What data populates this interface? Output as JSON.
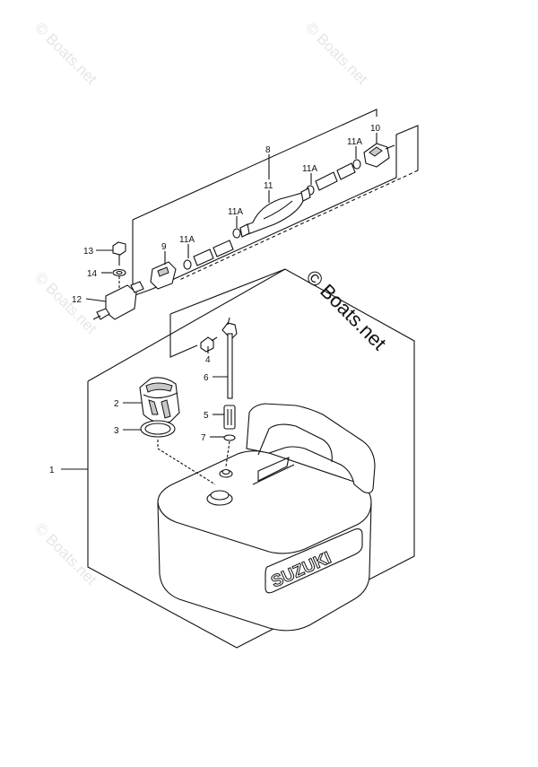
{
  "watermark": {
    "text": "© Boats.net",
    "big_text": "© Boats.net"
  },
  "tank": {
    "brand": "SUZUKI"
  },
  "callouts": {
    "c1": "1",
    "c2": "2",
    "c3": "3",
    "c4": "4",
    "c5": "5",
    "c6": "6",
    "c7": "7",
    "c8": "8",
    "c9": "9",
    "c10": "10",
    "c11": "11",
    "c11a_1": "11A",
    "c11a_2": "11A",
    "c11a_3": "11A",
    "c11a_4": "11A",
    "c12": "12",
    "c13": "13",
    "c14": "14"
  }
}
